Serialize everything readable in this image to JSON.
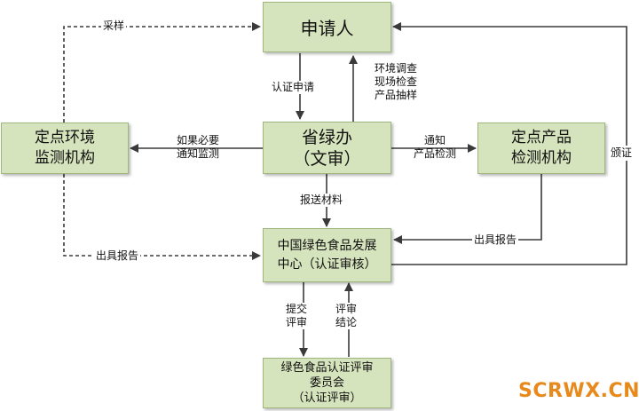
{
  "nodes": {
    "applicant": "申请人",
    "province_office": [
      "省绿办",
      "（文审）"
    ],
    "env_monitor": [
      "定点环境",
      "监测机构"
    ],
    "product_test": [
      "定点产品",
      "检测机构"
    ],
    "center": [
      "中国绿色食品发展",
      "中心（认证审核）"
    ],
    "committee": [
      "绿色食品认证评审",
      "委员会",
      "（认证评审）"
    ]
  },
  "edges": {
    "sampling": "采样",
    "apply": "认证申请",
    "inspection": [
      "环境调查",
      "现场检查",
      "产品抽样"
    ],
    "notify_monitor": [
      "如果必要",
      "通知监测"
    ],
    "notify_test": [
      "通知",
      "产品检测"
    ],
    "submit_materials": "报送材料",
    "report_env": "出具报告",
    "report_product": "出具报告",
    "issue_cert": "颁证",
    "submit_review": [
      "提交",
      "评审"
    ],
    "review_result": [
      "评审",
      "结论"
    ]
  },
  "watermark": "SCRWX.CN",
  "colors": {
    "node_fill": "#d6e4bd",
    "node_border": "#9fb77f",
    "line": "#3a3a3a",
    "watermark": "#e8891c"
  }
}
